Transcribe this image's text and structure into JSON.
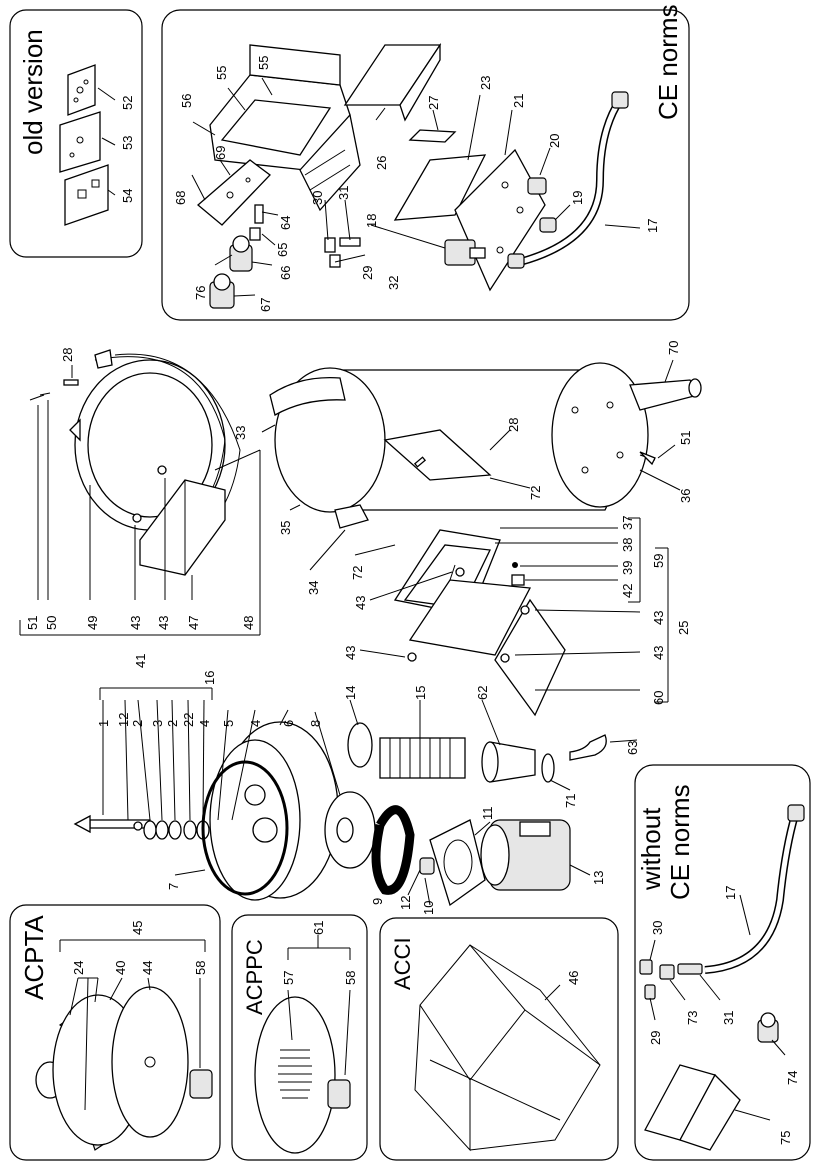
{
  "labels": {
    "old_version": "old version",
    "ce_norms": "CE norms",
    "without_ce_1": "without",
    "without_ce_2": "CE norms",
    "acpta": "ACPTA",
    "acppc": "ACPPC",
    "acci": "ACCI"
  },
  "callouts": {
    "n52": "52",
    "n53": "53",
    "n54": "54",
    "n56": "56",
    "n55a": "55",
    "n55b": "55",
    "n69": "69",
    "n68": "68",
    "n76": "76",
    "n64": "64",
    "n65": "65",
    "n66": "66",
    "n67": "67",
    "n30": "30",
    "n31": "31",
    "n29": "29",
    "n32": "32",
    "n18": "18",
    "n26": "26",
    "n27": "27",
    "n23": "23",
    "n21": "21",
    "n20": "20",
    "n19": "19",
    "n17": "17",
    "n28a": "28",
    "n51a": "51",
    "n50": "50",
    "n49": "49",
    "n43a": "43",
    "n43b": "43",
    "n47": "47",
    "n48": "48",
    "n41": "41",
    "n33": "33",
    "n35": "35",
    "n34": "34",
    "n72a": "72",
    "n72b": "72",
    "n28b": "28",
    "n70": "70",
    "n51b": "51",
    "n36": "36",
    "n37": "37",
    "n38": "38",
    "n39": "39",
    "n42": "42",
    "n59": "59",
    "n43c": "43",
    "n43d": "43",
    "n25": "25",
    "n43e": "43",
    "n43f": "43",
    "n60": "60",
    "n16": "16",
    "n1": "1",
    "n12a": "12",
    "n2a": "2",
    "n3": "3",
    "n2b": "2",
    "n22": "22",
    "n4a": "4",
    "n5": "5",
    "n4b": "4",
    "n6": "6",
    "n8": "8",
    "n7": "7",
    "n14": "14",
    "n15": "15",
    "n62": "62",
    "n63": "63",
    "n71": "71",
    "n9": "9",
    "n12b": "12",
    "n10": "10",
    "n11": "11",
    "n13": "13",
    "n45": "45",
    "n24": "24",
    "n40": "40",
    "n44": "44",
    "n58a": "58",
    "n61": "61",
    "n57": "57",
    "n58b": "58",
    "n46": "46",
    "n30b": "30",
    "n29b": "29",
    "n73": "73",
    "n31b": "31",
    "n17b": "17",
    "n74": "74",
    "n75": "75"
  }
}
